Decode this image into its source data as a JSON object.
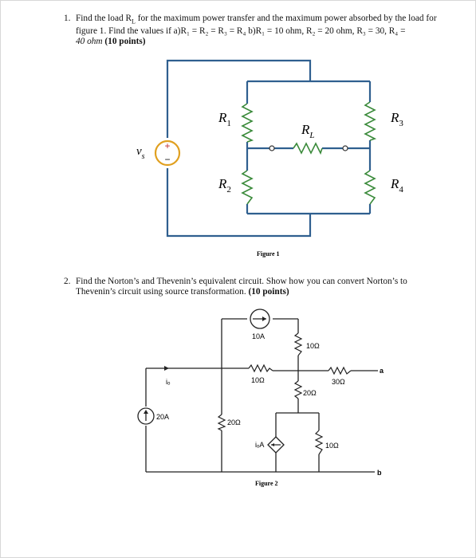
{
  "question1": {
    "number": "1.",
    "line1": "Find the load R",
    "line1_sub": "L",
    "line1_rest": " for the maximum power transfer and the maximum power absorbed by the load for",
    "line2": "figure 1. Find the values if a)R₁ = R₂ = R₃ = R₄  b)R₁ = 10 ohm, R₂ = 20 ohm, R₃ = 30, R₄ =",
    "line3": "40 ohm",
    "points": "(10 points)"
  },
  "figure1": {
    "caption": "Figure 1",
    "source_label": "v",
    "source_sub": "s",
    "source_plus": "+",
    "source_minus": "−",
    "R1": "R",
    "R1_sub": "1",
    "R2": "R",
    "R2_sub": "2",
    "R3": "R",
    "R3_sub": "3",
    "R4": "R",
    "R4_sub": "4",
    "RL": "R",
    "RL_sub": "L"
  },
  "question2": {
    "number": "2.",
    "line1": "Find the Norton’s and Thevenin’s equivalent circuit. Show how you can convert Norton’s to",
    "line2": "Thevenin’s circuit using source transformation.",
    "points": "(10 points)"
  },
  "figure2": {
    "caption": "Figure 2",
    "source_top": "10A",
    "source_left": "20A",
    "r_top_vertical": "10Ω",
    "r_mid_horizontal": "10Ω",
    "r_right_horizontal": "30Ω",
    "r_left_vertical": "20Ω",
    "r_center_vertical": "20Ω",
    "r_bottom_vertical": "10Ω",
    "dep_source": "iₒA",
    "current_label": "iₒ",
    "terminal_a": "a",
    "terminal_b": "b"
  }
}
